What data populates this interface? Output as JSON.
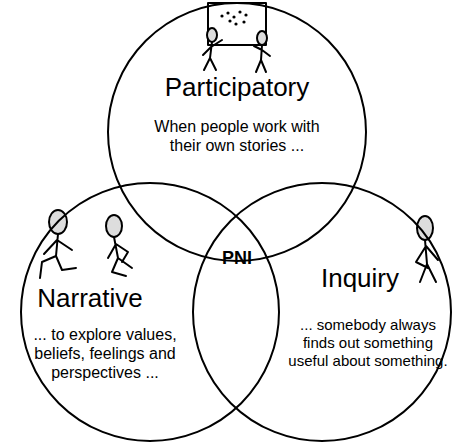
{
  "diagram": {
    "nodes": [
      {
        "text": [
          "Participatory",
          "When people work with their own stories ..."
        ]
      },
      {
        "text": [
          "Narrative",
          "... to explore values, beliefs, feelings and perspectives ..."
        ]
      },
      {
        "text": [
          "Inquiry",
          "... somebody always finds out something useful about something."
        ]
      }
    ],
    "labels": [
      "PNI"
    ]
  }
}
